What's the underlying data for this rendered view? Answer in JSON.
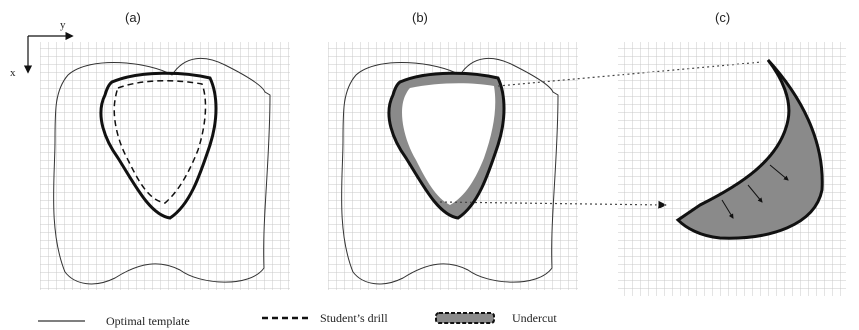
{
  "panels": {
    "a": {
      "label": "(a)"
    },
    "b": {
      "label": "(b)"
    },
    "c": {
      "label": "(c)"
    }
  },
  "axes": {
    "x_label": "x",
    "y_label": "y"
  },
  "legend": {
    "optimal_template": "Optimal template",
    "students_drill": "Student’s drill",
    "undercut": "Undercut"
  },
  "colors": {
    "grid_line": "#c8c8c8",
    "outline": "#111111",
    "undercut_fill": "#8a8a8a",
    "template_line": "#555555"
  }
}
